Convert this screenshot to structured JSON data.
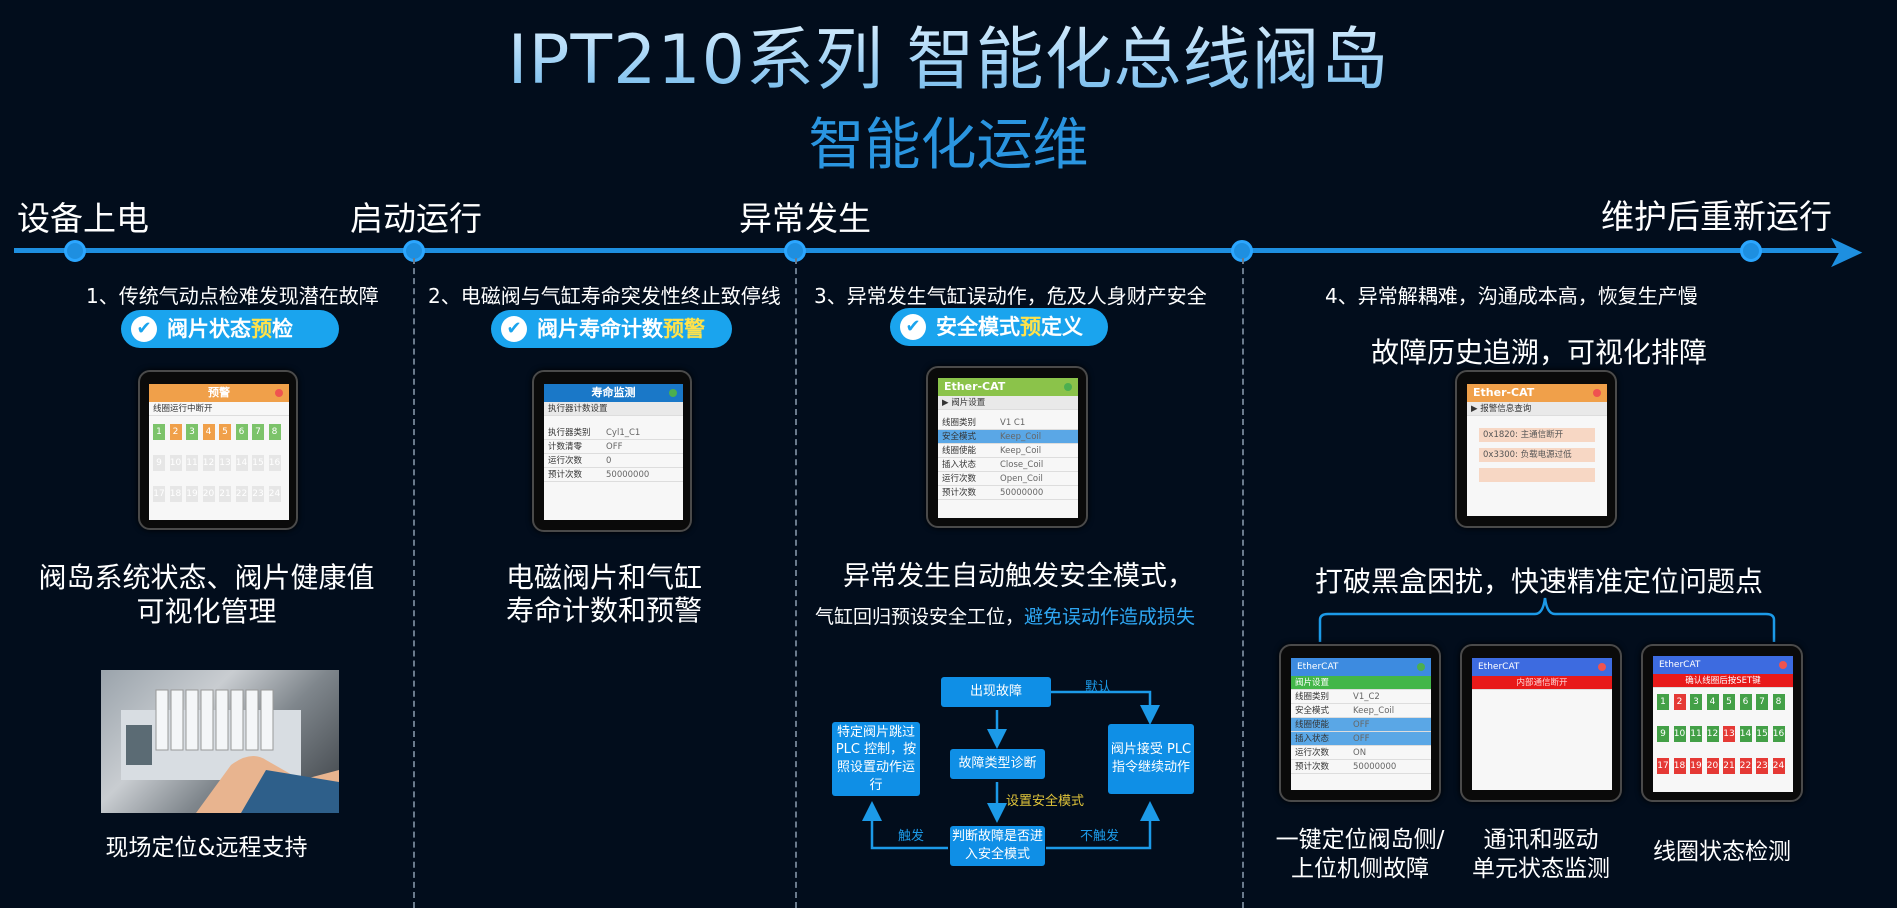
{
  "header": {
    "title": "IPT210系列 智能化总线阀岛",
    "subtitle": "智能化运维"
  },
  "timeline": {
    "phases": [
      "设备上电",
      "启动运行",
      "异常发生",
      "维护后重新运行"
    ]
  },
  "section1": {
    "problem": "1、传统气动点检难发现潜在故障",
    "pill_pre": "阀片状态",
    "pill_hl": "预",
    "pill_post": "检",
    "screen": {
      "title": "预警",
      "subtitle": "线圈运行中断开",
      "cells": [
        "1",
        "2",
        "3",
        "4",
        "5",
        "6",
        "7",
        "8",
        "9",
        "10",
        "11",
        "12",
        "13",
        "14",
        "15",
        "16",
        "17",
        "18",
        "19",
        "20",
        "21",
        "22",
        "23",
        "24"
      ]
    },
    "caption_line1": "阀岛系统状态、阀片健康值",
    "caption_line2": "可视化管理",
    "photo_caption": "现场定位&远程支持",
    "colors": {
      "orange": "#f0a04a",
      "green": "#7cc36a"
    }
  },
  "section2": {
    "problem": "2、电磁阀与气缸寿命突发性终止致停线",
    "pill_pre": "阀片寿命计数",
    "pill_hl": "预警",
    "screen": {
      "title": "寿命监测",
      "subtitle": "执行器计数设置",
      "rows": [
        {
          "k": "执行器类别",
          "v": "Cyl1_C1"
        },
        {
          "k": "计数清零",
          "v": "OFF"
        },
        {
          "k": "运行次数",
          "v": "0"
        },
        {
          "k": "预计次数",
          "v": "50000000"
        }
      ]
    },
    "caption_line1": "电磁阀片和气缸",
    "caption_line2": "寿命计数和预警"
  },
  "section3": {
    "problem": "3、异常发生气缸误动作，危及人身财产安全",
    "pill_pre": "安全模式",
    "pill_hl": "预",
    "pill_post": "定义",
    "screen": {
      "title": "Ether-CAT",
      "subtitle": "▶ 阀片设置",
      "rows": [
        {
          "k": "线圈类别",
          "v": "V1 C1"
        },
        {
          "k": "安全模式",
          "v": "Keep_Coil"
        },
        {
          "k": "线圈使能",
          "v": "Keep_Coil"
        },
        {
          "k": "插入状态",
          "v": "Close_Coil"
        },
        {
          "k": "运行次数",
          "v": "Open_Coil"
        },
        {
          "k": "预计次数",
          "v": "50000000"
        }
      ]
    },
    "caption_line1": "异常发生自动触发安全模式，",
    "caption_line2a": "气缸回归预设安全工位，",
    "caption_line2b": "避免误动作造成损失",
    "flow": {
      "n1": "出现故障",
      "n2": "故障类型诊断",
      "n3": "判断故障是否进入安全模式",
      "n4": "特定阀片跳过PLC 控制，按照设置动作运行",
      "n5": "阀片接受 PLC指令继续动作",
      "l_default": "默认",
      "l_set": "设置安全模式",
      "l_trigger": "触发",
      "l_notrigger": "不触发"
    }
  },
  "section4": {
    "problem": "4、异常解耦难，沟通成本高，恢复生产慢",
    "heading": "故障历史追溯，可视化排障",
    "screen": {
      "title": "Ether-CAT",
      "subtitle": "▶ 报警信息查询",
      "alarms": [
        "0x1820: 主通信断开",
        "0x3300: 负载电源过低"
      ]
    },
    "caption": "打破黑盒困扰，快速精准定位问题点",
    "devices": [
      {
        "title": "EtherCAT",
        "sub": "阀片设置",
        "rows": [
          {
            "k": "线圈类别",
            "v": "V1_C2"
          },
          {
            "k": "安全模式",
            "v": "Keep_Coil"
          },
          {
            "k": "线圈使能",
            "v": "OFF"
          },
          {
            "k": "插入状态",
            "v": "OFF"
          },
          {
            "k": "运行次数",
            "v": "ON"
          },
          {
            "k": "预计次数",
            "v": "50000000"
          }
        ],
        "cap1": "一键定位阀岛侧/",
        "cap2": "上位机侧故障"
      },
      {
        "title": "EtherCAT",
        "sub": "内部通信断开",
        "cap1": "通讯和驱动",
        "cap2": "单元状态监测"
      },
      {
        "title": "EtherCAT",
        "sub": "确认线圈后按SET键",
        "cells": [
          "1",
          "2",
          "3",
          "4",
          "5",
          "6",
          "7",
          "8",
          "9",
          "10",
          "11",
          "12",
          "13",
          "14",
          "15",
          "16",
          "17",
          "18",
          "19",
          "20",
          "21",
          "22",
          "23",
          "24"
        ],
        "cap1": "线圈状态检测"
      }
    ]
  }
}
